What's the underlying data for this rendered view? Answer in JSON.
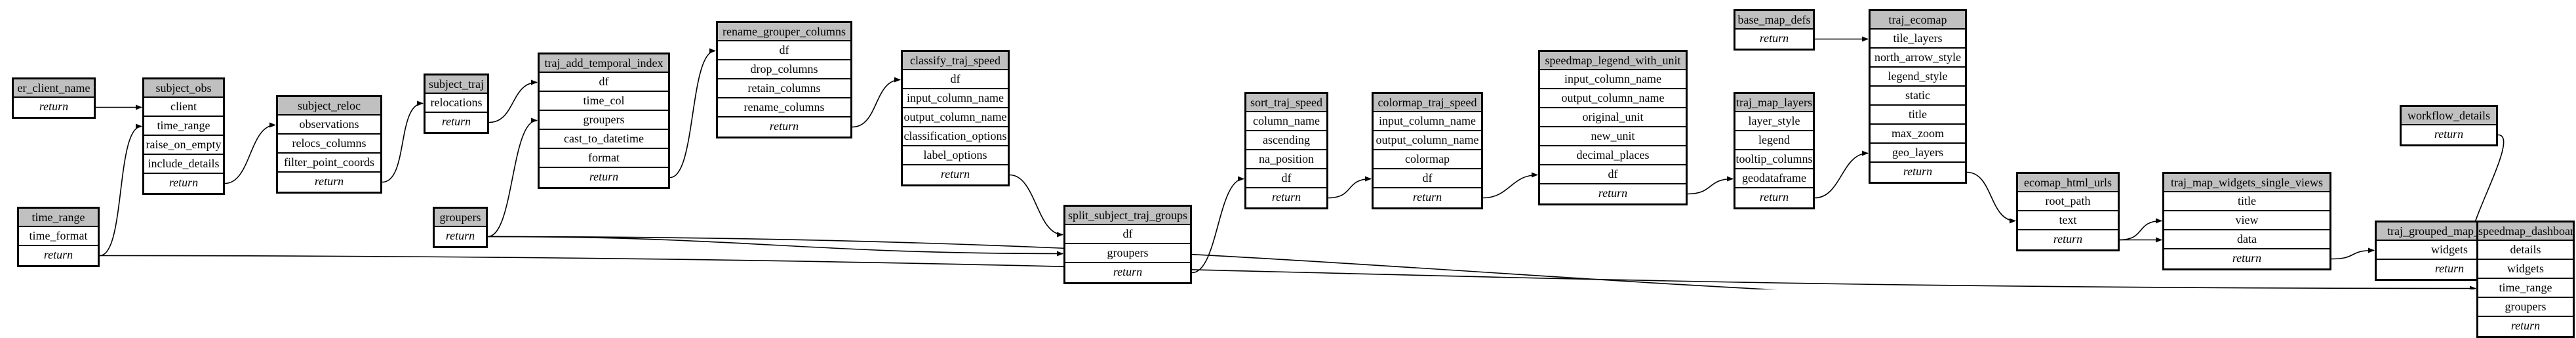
{
  "nodes": [
    {
      "id": "er_client_name",
      "title": "er_client_name",
      "fields": [
        "return"
      ]
    },
    {
      "id": "time_range",
      "title": "time_range",
      "fields": [
        "time_format",
        "return"
      ]
    },
    {
      "id": "subject_obs",
      "title": "subject_obs",
      "fields": [
        "client",
        "time_range",
        "raise_on_empty",
        "include_details",
        "return"
      ]
    },
    {
      "id": "subject_reloc",
      "title": "subject_reloc",
      "fields": [
        "observations",
        "relocs_columns",
        "filter_point_coords",
        "return"
      ]
    },
    {
      "id": "subject_traj",
      "title": "subject_traj",
      "fields": [
        "relocations",
        "return"
      ]
    },
    {
      "id": "groupers",
      "title": "groupers",
      "fields": [
        "return"
      ]
    },
    {
      "id": "traj_add_temporal_index",
      "title": "traj_add_temporal_index",
      "fields": [
        "df",
        "time_col",
        "groupers",
        "cast_to_datetime",
        "format",
        "return"
      ]
    },
    {
      "id": "rename_grouper_columns",
      "title": "rename_grouper_columns",
      "fields": [
        "df",
        "drop_columns",
        "retain_columns",
        "rename_columns",
        "return"
      ]
    },
    {
      "id": "classify_traj_speed",
      "title": "classify_traj_speed",
      "fields": [
        "df",
        "input_column_name",
        "output_column_name",
        "classification_options",
        "label_options",
        "return"
      ]
    },
    {
      "id": "split_subject_traj_groups",
      "title": "split_subject_traj_groups",
      "fields": [
        "df",
        "groupers",
        "return"
      ]
    },
    {
      "id": "sort_traj_speed",
      "title": "sort_traj_speed",
      "fields": [
        "column_name",
        "ascending",
        "na_position",
        "df",
        "return"
      ]
    },
    {
      "id": "colormap_traj_speed",
      "title": "colormap_traj_speed",
      "fields": [
        "input_column_name",
        "output_column_name",
        "colormap",
        "df",
        "return"
      ]
    },
    {
      "id": "speedmap_legend_with_unit",
      "title": "speedmap_legend_with_unit",
      "fields": [
        "input_column_name",
        "output_column_name",
        "original_unit",
        "new_unit",
        "decimal_places",
        "df",
        "return"
      ]
    },
    {
      "id": "base_map_defs",
      "title": "base_map_defs",
      "fields": [
        "return"
      ]
    },
    {
      "id": "traj_map_layers",
      "title": "traj_map_layers",
      "fields": [
        "layer_style",
        "legend",
        "tooltip_columns",
        "geodataframe",
        "return"
      ]
    },
    {
      "id": "traj_ecomap",
      "title": "traj_ecomap",
      "fields": [
        "tile_layers",
        "north_arrow_style",
        "legend_style",
        "static",
        "title",
        "max_zoom",
        "geo_layers",
        "return"
      ]
    },
    {
      "id": "ecomap_html_urls",
      "title": "ecomap_html_urls",
      "fields": [
        "root_path",
        "text",
        "return"
      ]
    },
    {
      "id": "traj_map_widgets_single_views",
      "title": "traj_map_widgets_single_views",
      "fields": [
        "title",
        "view",
        "data",
        "return"
      ]
    },
    {
      "id": "workflow_details",
      "title": "workflow_details",
      "fields": [
        "return"
      ]
    },
    {
      "id": "traj_grouped_map_widget",
      "title": "traj_grouped_map_widget",
      "fields": [
        "widgets",
        "return"
      ]
    },
    {
      "id": "speedmap_dashboard",
      "title": "speedmap_dashboard",
      "fields": [
        "details",
        "widgets",
        "time_range",
        "groupers",
        "return"
      ]
    }
  ],
  "edges": [
    {
      "from": "er_client_name",
      "to": "subject_obs",
      "to_field": "client"
    },
    {
      "from": "time_range",
      "to": "subject_obs",
      "to_field": "time_range"
    },
    {
      "from": "subject_obs",
      "to": "subject_reloc",
      "to_field": "observations"
    },
    {
      "from": "subject_reloc",
      "to": "subject_traj",
      "to_field": "relocations"
    },
    {
      "from": "subject_traj",
      "to": "traj_add_temporal_index",
      "to_field": "df"
    },
    {
      "from": "groupers",
      "to": "traj_add_temporal_index",
      "to_field": "groupers"
    },
    {
      "from": "traj_add_temporal_index",
      "to": "rename_grouper_columns",
      "to_field": "df"
    },
    {
      "from": "rename_grouper_columns",
      "to": "classify_traj_speed",
      "to_field": "df"
    },
    {
      "from": "classify_traj_speed",
      "to": "split_subject_traj_groups",
      "to_field": "df"
    },
    {
      "from": "groupers",
      "to": "split_subject_traj_groups",
      "to_field": "groupers"
    },
    {
      "from": "split_subject_traj_groups",
      "to": "sort_traj_speed",
      "to_field": "df"
    },
    {
      "from": "sort_traj_speed",
      "to": "colormap_traj_speed",
      "to_field": "df"
    },
    {
      "from": "colormap_traj_speed",
      "to": "speedmap_legend_with_unit",
      "to_field": "df"
    },
    {
      "from": "speedmap_legend_with_unit",
      "to": "traj_map_layers",
      "to_field": "geodataframe"
    },
    {
      "from": "base_map_defs",
      "to": "traj_ecomap",
      "to_field": "tile_layers"
    },
    {
      "from": "traj_map_layers",
      "to": "traj_ecomap",
      "to_field": "geo_layers"
    },
    {
      "from": "traj_ecomap",
      "to": "ecomap_html_urls",
      "to_field": "text"
    },
    {
      "from": "ecomap_html_urls",
      "to": "traj_map_widgets_single_views",
      "to_field": "data"
    },
    {
      "from": "ecomap_html_urls",
      "to": "traj_map_widgets_single_views",
      "to_field": "view"
    },
    {
      "from": "traj_map_widgets_single_views",
      "to": "traj_grouped_map_widget",
      "to_field": "widgets"
    },
    {
      "from": "workflow_details",
      "to": "speedmap_dashboard",
      "to_field": "details"
    },
    {
      "from": "traj_grouped_map_widget",
      "to": "speedmap_dashboard",
      "to_field": "widgets"
    },
    {
      "from": "time_range",
      "to": "speedmap_dashboard",
      "to_field": "time_range"
    },
    {
      "from": "groupers",
      "to": "speedmap_dashboard",
      "to_field": "groupers"
    }
  ]
}
